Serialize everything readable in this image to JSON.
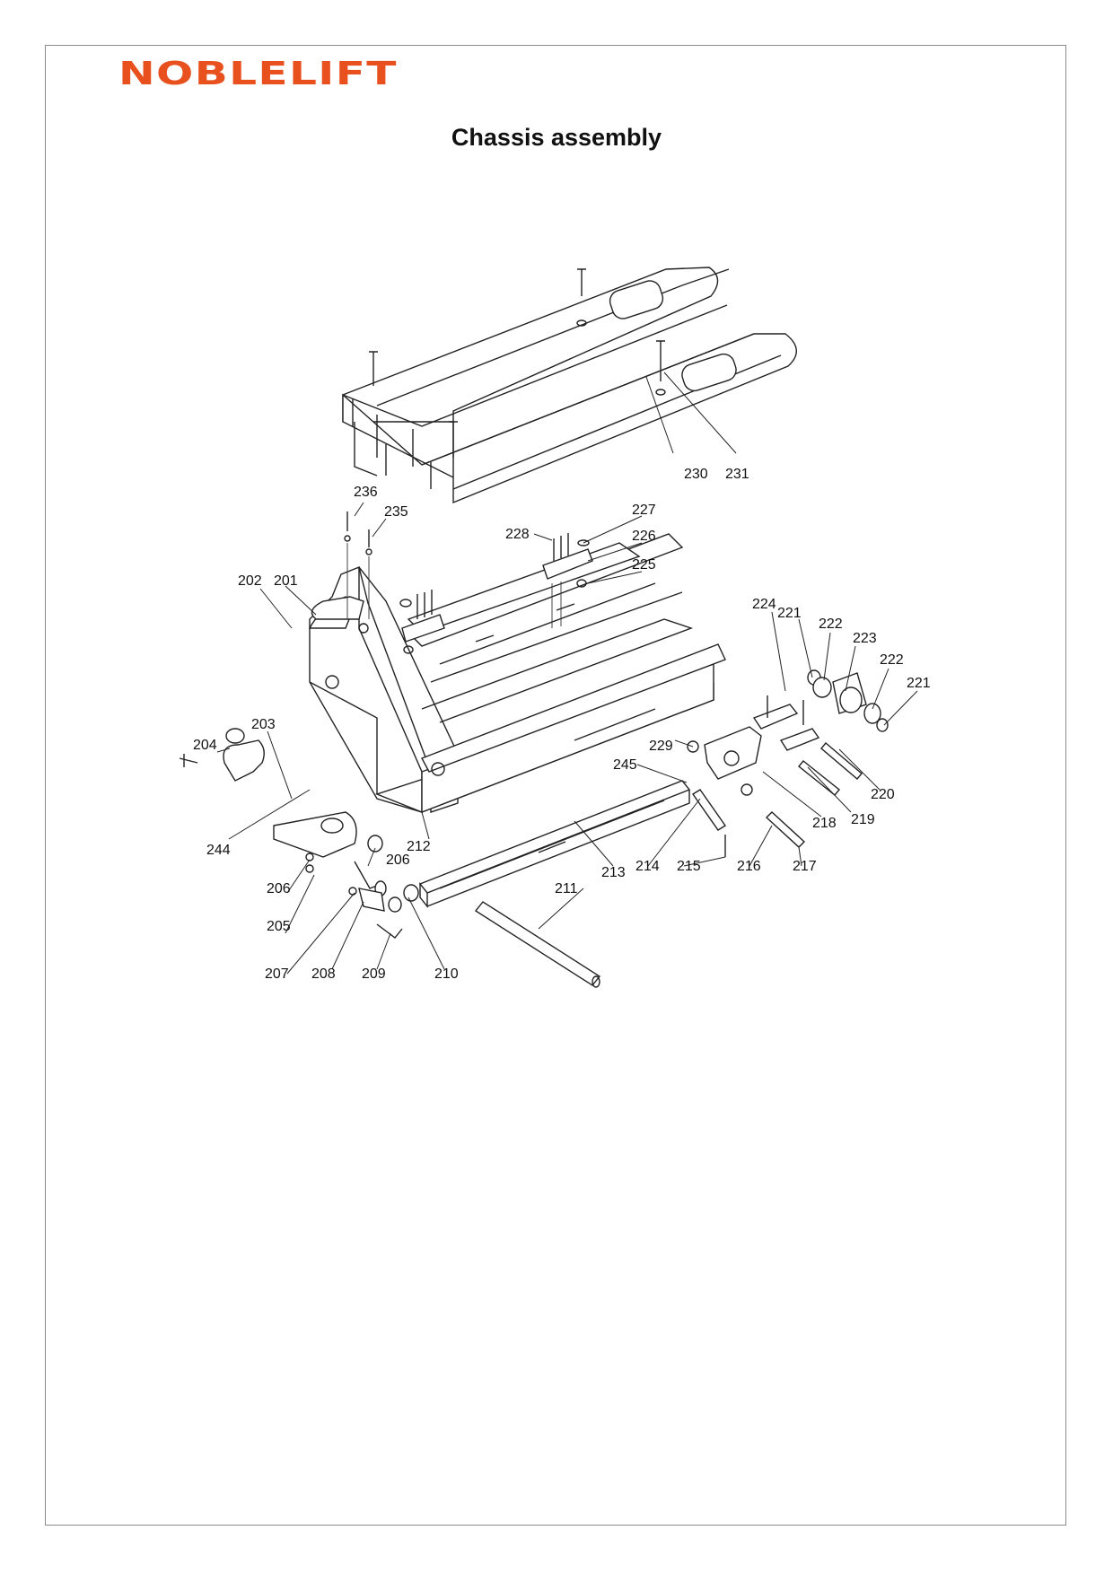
{
  "header": {
    "logo_text": "NOBLELIFT",
    "brand_color": "#e8501e",
    "title": "Chassis assembly"
  },
  "parts": {
    "p201": "201",
    "p202": "202",
    "p203": "203",
    "p204": "204",
    "p205": "205",
    "p206a": "206",
    "p206b": "206",
    "p207": "207",
    "p208": "208",
    "p209": "209",
    "p210": "210",
    "p211": "211",
    "p212": "212",
    "p213": "213",
    "p214": "214",
    "p215": "215",
    "p216": "216",
    "p217": "217",
    "p218": "218",
    "p219": "219",
    "p220": "220",
    "p221a": "221",
    "p221b": "221",
    "p222a": "222",
    "p222b": "222",
    "p223": "223",
    "p224": "224",
    "p225": "225",
    "p226": "226",
    "p227": "227",
    "p228": "228",
    "p229": "229",
    "p230": "230",
    "p231": "231",
    "p235": "235",
    "p236": "236",
    "p244": "244",
    "p245": "245"
  }
}
